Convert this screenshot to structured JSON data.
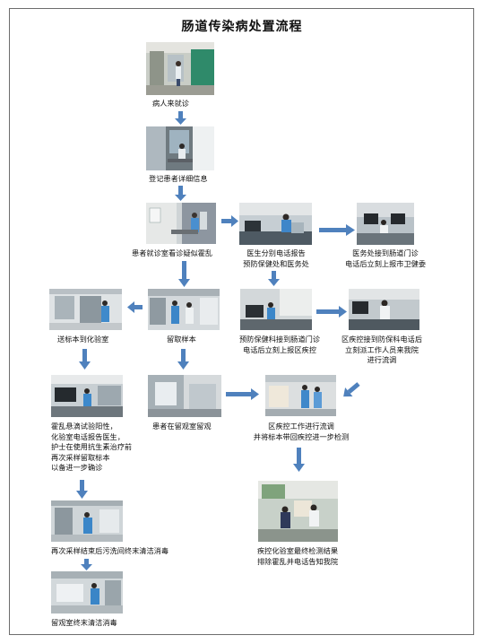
{
  "title": "肠道传染病处置流程",
  "steps": {
    "s1": "病人来就诊",
    "s2": "登记患者详细信息",
    "s3": "患者就诊室看诊疑似霍乱",
    "s4a": "医生分别电话报告",
    "s4b": "预防保健处和医务处",
    "s5a": "医务处接到肠道门诊",
    "s5b": "电话后立刻上报市卫健委",
    "s6": "送标本到化验室",
    "s7": "留取样本",
    "s8a": "预防保健科接到肠道门诊",
    "s8b": "电话后立刻上报区疾控",
    "s9a": "区疾控接到防保科电话后",
    "s9b": "立刻派工作人员来我院",
    "s9c": "进行流调",
    "s10a": "霍乱悬滴试验阳性，",
    "s10b": "化验室电话报告医生，",
    "s10c": "护士在使用抗生素治疗前",
    "s10d": "再次采样留取标本",
    "s10e": "以备进一步确诊",
    "s11": "患者在留观室留观",
    "s12a": "区疾控工作进行流调",
    "s12b": "并将标本带回疾控进一步检测",
    "s13": "再次采样结束后污洗间终末清洁消毒",
    "s14a": "疾控化验室最终检测结果",
    "s14b": "排除霍乱并电话告知我院",
    "s15": "留观室终末清洁消毒"
  },
  "colors": {
    "arrow": "#4f81bd",
    "frame": "#6d6d6d"
  }
}
